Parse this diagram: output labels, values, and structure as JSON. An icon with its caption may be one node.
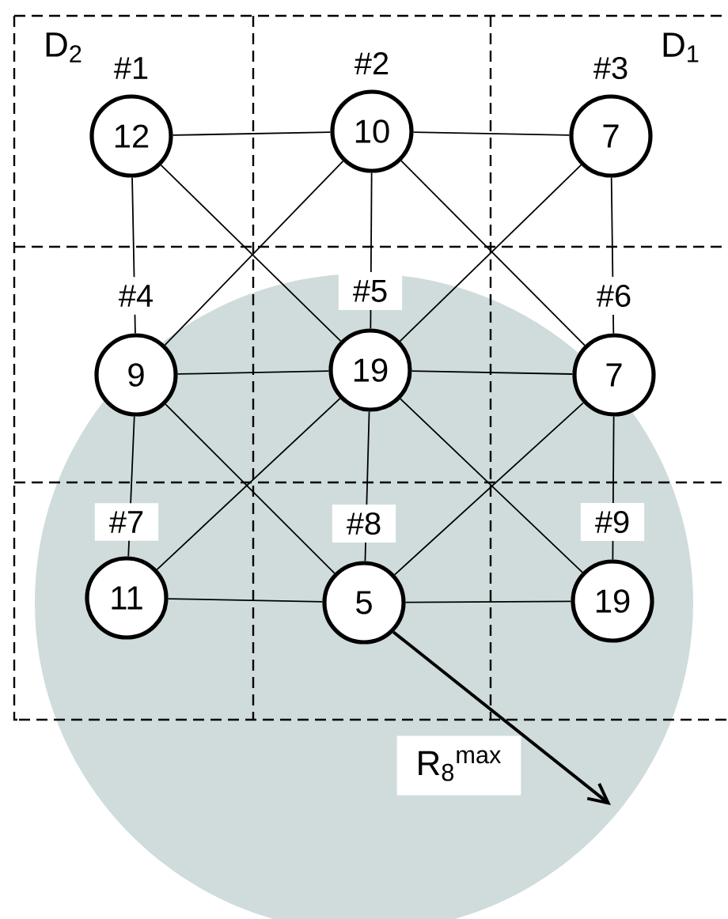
{
  "diagram": {
    "nodes": [
      {
        "text": [
          "12"
        ],
        "beside": [
          "#1"
        ]
      },
      {
        "text": [
          "10"
        ],
        "beside": [
          "#2"
        ]
      },
      {
        "text": [
          "7"
        ],
        "beside": [
          "#3"
        ]
      },
      {
        "text": [
          "9"
        ],
        "beside": [
          "#4"
        ]
      },
      {
        "text": [
          "19"
        ],
        "beside": [
          "#5"
        ]
      },
      {
        "text": [
          "7"
        ],
        "beside": [
          "#6"
        ]
      },
      {
        "text": [
          "11"
        ],
        "beside": [
          "#7"
        ]
      },
      {
        "text": [
          "5"
        ],
        "beside": [
          "#8"
        ]
      },
      {
        "text": [
          "19"
        ],
        "beside": [
          "#9"
        ]
      }
    ],
    "edges": [
      {
        "from": 0,
        "to": 1,
        "arrow": "none"
      },
      {
        "from": 1,
        "to": 2,
        "arrow": "none"
      },
      {
        "from": 3,
        "to": 4,
        "arrow": "none"
      },
      {
        "from": 4,
        "to": 5,
        "arrow": "none"
      },
      {
        "from": 6,
        "to": 7,
        "arrow": "none"
      },
      {
        "from": 7,
        "to": 8,
        "arrow": "none"
      },
      {
        "from": 0,
        "to": 3,
        "arrow": "none"
      },
      {
        "from": 1,
        "to": 4,
        "arrow": "none"
      },
      {
        "from": 2,
        "to": 5,
        "arrow": "none"
      },
      {
        "from": 3,
        "to": 6,
        "arrow": "none"
      },
      {
        "from": 4,
        "to": 7,
        "arrow": "none"
      },
      {
        "from": 5,
        "to": 8,
        "arrow": "none"
      },
      {
        "from": 1,
        "to": 3,
        "arrow": "none"
      },
      {
        "from": 0,
        "to": 4,
        "arrow": "none"
      },
      {
        "from": 2,
        "to": 4,
        "arrow": "none"
      },
      {
        "from": 1,
        "to": 5,
        "arrow": "none"
      },
      {
        "from": 3,
        "to": 7,
        "arrow": "none"
      },
      {
        "from": 4,
        "to": 6,
        "arrow": "none"
      },
      {
        "from": 4,
        "to": 8,
        "arrow": "none"
      },
      {
        "from": 5,
        "to": 7,
        "arrow": "none"
      }
    ],
    "labels": [
      "D$_{2}$",
      "D$_{1}$",
      "R$_{8}$$^{max}$"
    ]
  }
}
